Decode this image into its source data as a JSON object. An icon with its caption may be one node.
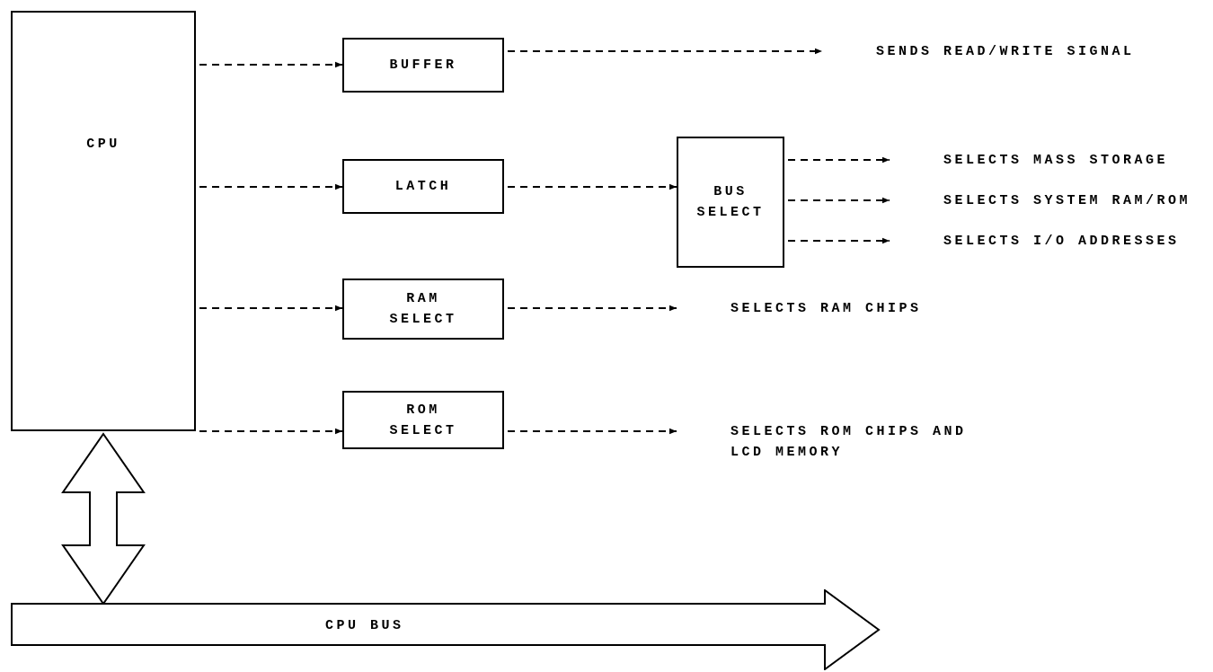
{
  "diagram": {
    "nodes": [
      {
        "text": [
          "CPU"
        ]
      },
      {
        "text": [
          "BUFFER"
        ]
      },
      {
        "text": [
          "LATCH"
        ]
      },
      {
        "text": [
          "RAM SELECT"
        ]
      },
      {
        "text": [
          "ROM SELECT"
        ]
      },
      {
        "text": [
          "BUS SELECT"
        ]
      },
      {
        "text": [
          "SENDS READ/WRITE SIGNAL"
        ]
      },
      {
        "text": [
          "SELECTS MASS STORAGE"
        ]
      },
      {
        "text": [
          "SELECTS SYSTEM RAM/ROM"
        ]
      },
      {
        "text": [
          "SELECTS I/O ADDRESSES"
        ]
      },
      {
        "text": [
          "SELECTS RAM CHIPS"
        ]
      },
      {
        "text": [
          "SELECTS ROM CHIPS AND LCD MEMORY"
        ]
      },
      {
        "text": [
          "CPU BUS"
        ]
      }
    ],
    "edges": [
      {
        "from": 0,
        "to": 1,
        "arrow": "to",
        "style": "dashed"
      },
      {
        "from": 1,
        "to": 6,
        "arrow": "to",
        "style": "dashed"
      },
      {
        "from": 0,
        "to": 2,
        "arrow": "to",
        "style": "dashed"
      },
      {
        "from": 2,
        "to": 5,
        "arrow": "to",
        "style": "dashed"
      },
      {
        "from": 5,
        "to": 7,
        "arrow": "to",
        "style": "dashed"
      },
      {
        "from": 5,
        "to": 8,
        "arrow": "to",
        "style": "dashed"
      },
      {
        "from": 5,
        "to": 9,
        "arrow": "to",
        "style": "dashed"
      },
      {
        "from": 0,
        "to": 3,
        "arrow": "to",
        "style": "dashed"
      },
      {
        "from": 3,
        "to": 10,
        "arrow": "to",
        "style": "dashed"
      },
      {
        "from": 0,
        "to": 4,
        "arrow": "to",
        "style": "dashed"
      },
      {
        "from": 4,
        "to": 11,
        "arrow": "to",
        "style": "dashed"
      },
      {
        "from": 0,
        "to": 12,
        "arrow": "both",
        "style": "thick"
      }
    ]
  }
}
